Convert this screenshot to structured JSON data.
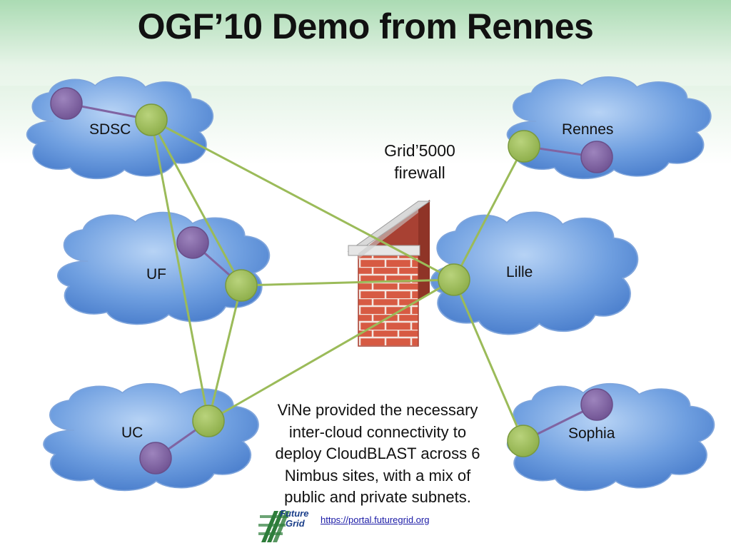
{
  "title": "OGF’10 Demo from Rennes",
  "sites": {
    "sdsc": "SDSC",
    "uf": "UF",
    "uc": "UC",
    "rennes": "Rennes",
    "lille": "Lille",
    "sophia": "Sophia"
  },
  "firewall_label": [
    "Grid’5000",
    "firewall"
  ],
  "caption": [
    "ViNe provided the necessary",
    "inter-cloud connectivity to",
    "deploy CloudBLAST across 6",
    "Nimbus sites, with a mix of",
    "public and private subnets."
  ],
  "footer": {
    "link": "https://portal.futuregrid.org",
    "logo_text_1": "Future",
    "logo_text_2": "Grid"
  },
  "colors": {
    "cloud": "#5b8fd8",
    "cloud_light": "#a9c8f2",
    "router_node": "#9bbb59",
    "host_node": "#8064a2",
    "link_green": "#9bbb59",
    "link_purple": "#8064a2",
    "brick": "#c0504d",
    "link_text": "#1a1aa6"
  }
}
